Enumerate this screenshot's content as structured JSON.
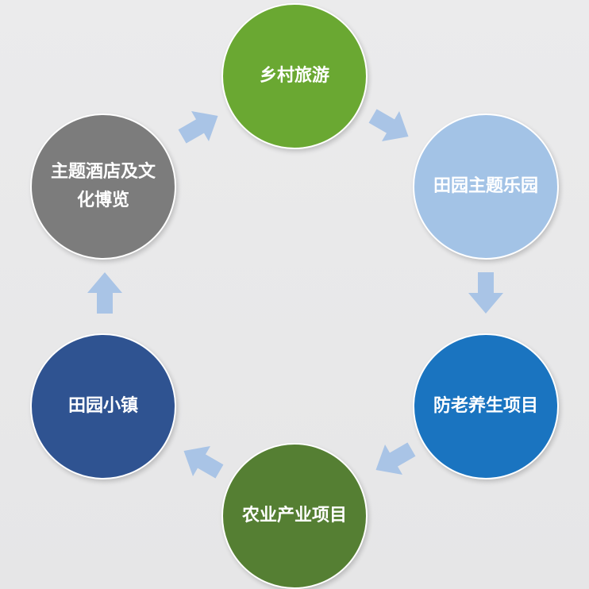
{
  "colors": {
    "background": "#e8e8e9",
    "arrow": "#a9c4e6",
    "node_border": "#ffffff",
    "label": "#ffffff"
  },
  "nodes": [
    {
      "label": "乡村旅游",
      "color": "#6aa832"
    },
    {
      "label": "田园主题乐园",
      "color": "#a3c3e6"
    },
    {
      "label": "防老养生项目",
      "color": "#1a74c0"
    },
    {
      "label": "农业产业项目",
      "color": "#557f33"
    },
    {
      "label": "田园小镇",
      "color": "#2f5391"
    },
    {
      "label": "主题酒店及文化博览",
      "color": "#7c7c7c"
    }
  ],
  "arrows": [
    {
      "from": "乡村旅游",
      "to": "田园主题乐园"
    },
    {
      "from": "田园主题乐园",
      "to": "防老养生项目"
    },
    {
      "from": "防老养生项目",
      "to": "农业产业项目"
    },
    {
      "from": "农业产业项目",
      "to": "田园小镇"
    },
    {
      "from": "田园小镇",
      "to": "主题酒店及文化博览"
    },
    {
      "from": "主题酒店及文化博览",
      "to": "乡村旅游"
    }
  ]
}
